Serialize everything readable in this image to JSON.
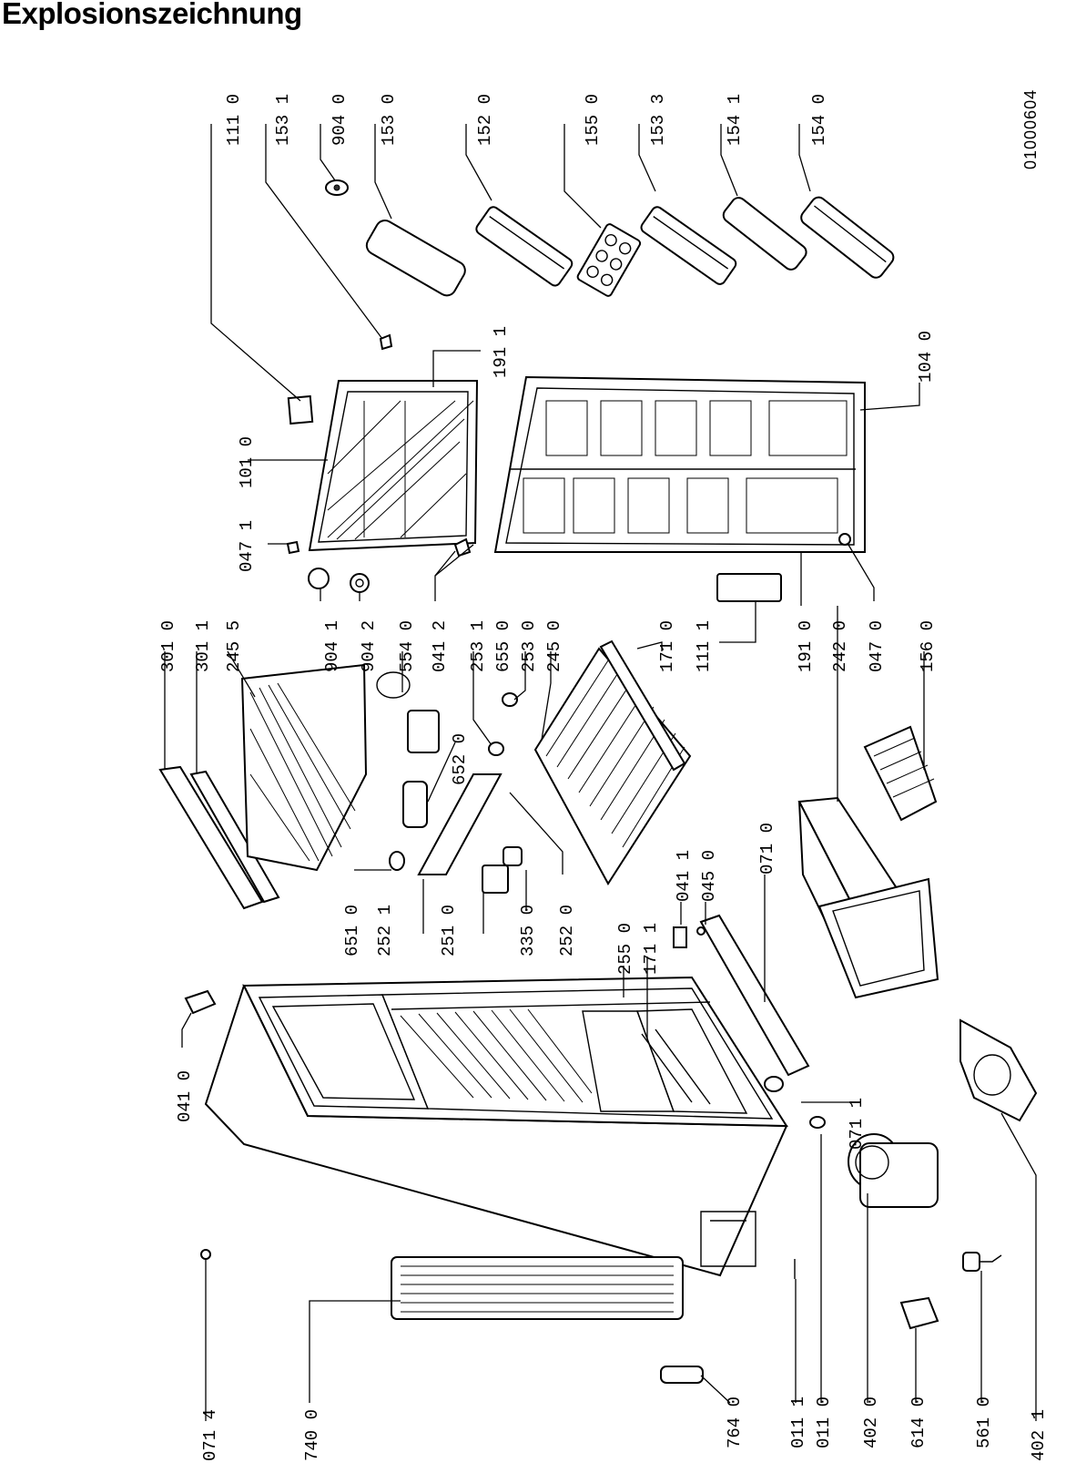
{
  "title": "Explosionszeichnung",
  "drawing_code": "01000604",
  "labels": [
    {
      "code": "111 0"
    },
    {
      "code": "153 1"
    },
    {
      "code": "904 0"
    },
    {
      "code": "153 0"
    },
    {
      "code": "152 0"
    },
    {
      "code": "155 0"
    },
    {
      "code": "153 3"
    },
    {
      "code": "154 1"
    },
    {
      "code": "154 0"
    },
    {
      "code": "191 1"
    },
    {
      "code": "104 0"
    },
    {
      "code": "101 0"
    },
    {
      "code": "047 1"
    },
    {
      "code": "301 0"
    },
    {
      "code": "301 1"
    },
    {
      "code": "245 5"
    },
    {
      "code": "904 1"
    },
    {
      "code": "904 2"
    },
    {
      "code": "554 0"
    },
    {
      "code": "041 2"
    },
    {
      "code": "253 1"
    },
    {
      "code": "655 0"
    },
    {
      "code": "253 0"
    },
    {
      "code": "245 0"
    },
    {
      "code": "171 0"
    },
    {
      "code": "111 1"
    },
    {
      "code": "191 0"
    },
    {
      "code": "242 0"
    },
    {
      "code": "047 0"
    },
    {
      "code": "156 0"
    },
    {
      "code": "652 0"
    },
    {
      "code": "651 0"
    },
    {
      "code": "252 1"
    },
    {
      "code": "251 0"
    },
    {
      "code": "335 0"
    },
    {
      "code": "252 0"
    },
    {
      "code": "255 0"
    },
    {
      "code": "171 1"
    },
    {
      "code": "041 1"
    },
    {
      "code": "045 0"
    },
    {
      "code": "071 0"
    },
    {
      "code": "041 0"
    },
    {
      "code": "071 1"
    },
    {
      "code": "071 4"
    },
    {
      "code": "740 0"
    },
    {
      "code": "764 0"
    },
    {
      "code": "011 1"
    },
    {
      "code": "011 0"
    },
    {
      "code": "402 0"
    },
    {
      "code": "614 0"
    },
    {
      "code": "561 0"
    },
    {
      "code": "402 1"
    }
  ]
}
